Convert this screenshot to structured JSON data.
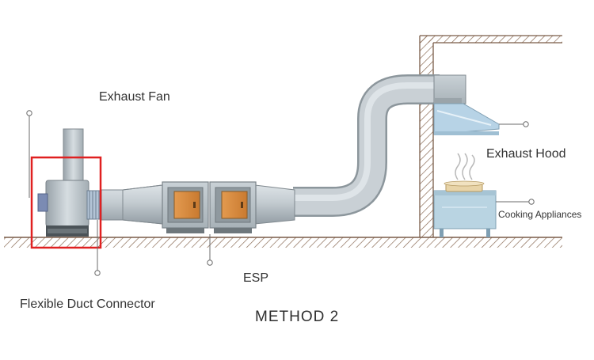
{
  "labels": {
    "exhaust_fan": "Exhaust Fan",
    "exhaust_hood": "Exhaust Hood",
    "cooking_appliances": "Cooking Appliances",
    "esp": "ESP",
    "flexible_duct_connector": "Flexible Duct Connector",
    "method": "METHOD 2"
  },
  "colors": {
    "duct": "#c3cbd0",
    "duct_dark": "#8e989e",
    "panel": "#d98a3d",
    "highlight": "#e02020",
    "wall": "#8a6b55",
    "hood": "#b7d3e6",
    "appliance": "#b9d4e2"
  }
}
